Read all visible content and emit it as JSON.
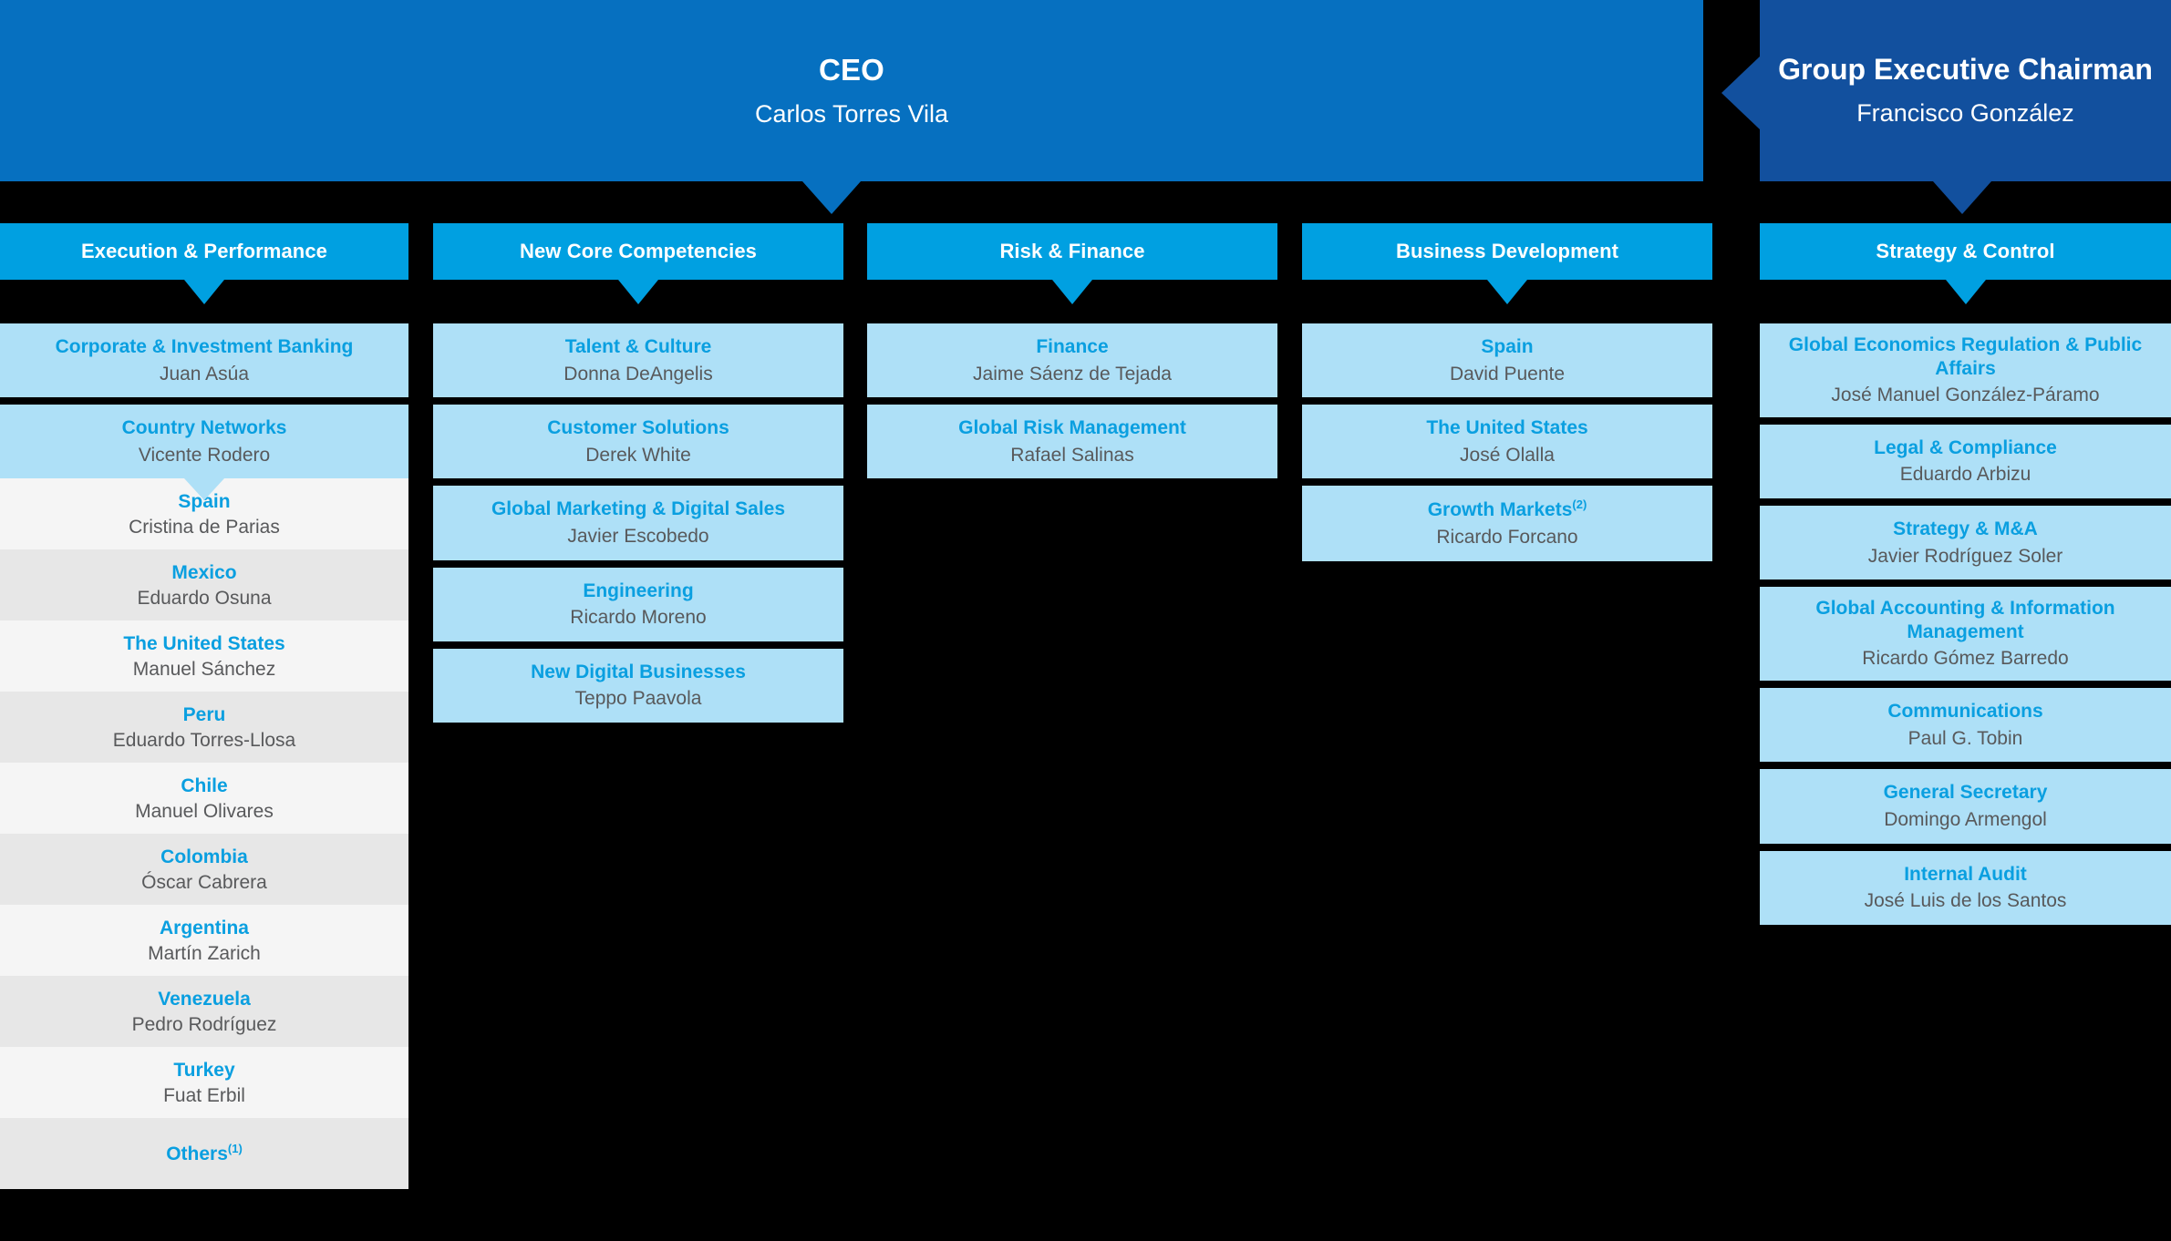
{
  "top": {
    "ceo": {
      "title": "CEO",
      "name": "Carlos Torres Vila"
    },
    "chairman": {
      "title": "Group Executive Chairman",
      "name": "Francisco González"
    }
  },
  "colors": {
    "ceo_blue": "#0670c0",
    "chairman_navy": "#12509e",
    "header_cyan": "#00a0e1",
    "card_light_blue": "#aee0f7",
    "title_blue": "#0a9fe0",
    "name_gray": "#58595b",
    "stripe_light": "#f5f5f5",
    "stripe_dark": "#e7e7e7",
    "background": "#000000"
  },
  "columns": [
    {
      "id": "execution-performance",
      "header": "Execution & Performance",
      "cards": [
        {
          "title": "Corporate & Investment Banking",
          "name": "Juan Asúa"
        },
        {
          "title": "Country Networks",
          "name": "Vicente Rodero",
          "has_down_arrow": true
        }
      ],
      "countries": [
        {
          "title": "Spain",
          "name": "Cristina de Parias"
        },
        {
          "title": "Mexico",
          "name": "Eduardo Osuna"
        },
        {
          "title": "The United States",
          "name": "Manuel Sánchez"
        },
        {
          "title": "Peru",
          "name": "Eduardo Torres-Llosa"
        },
        {
          "title": "Chile",
          "name": "Manuel Olivares"
        },
        {
          "title": "Colombia",
          "name": "Óscar Cabrera"
        },
        {
          "title": "Argentina",
          "name": "Martín Zarich"
        },
        {
          "title": "Venezuela",
          "name": "Pedro Rodríguez"
        },
        {
          "title": "Turkey",
          "name": "Fuat Erbil"
        },
        {
          "title": "Others",
          "name": "",
          "superscript": "(1)"
        }
      ]
    },
    {
      "id": "new-core-competencies",
      "header": "New Core Competencies",
      "cards": [
        {
          "title": "Talent & Culture",
          "name": "Donna DeAngelis"
        },
        {
          "title": "Customer Solutions",
          "name": "Derek White"
        },
        {
          "title": "Global Marketing & Digital Sales",
          "name": "Javier Escobedo"
        },
        {
          "title": "Engineering",
          "name": "Ricardo Moreno"
        },
        {
          "title": "New Digital Businesses",
          "name": "Teppo Paavola"
        }
      ],
      "countries": []
    },
    {
      "id": "risk-finance",
      "header": "Risk & Finance",
      "cards": [
        {
          "title": "Finance",
          "name": "Jaime Sáenz de Tejada"
        },
        {
          "title": "Global Risk Management",
          "name": "Rafael Salinas"
        }
      ],
      "countries": []
    },
    {
      "id": "business-development",
      "header": "Business Development",
      "cards": [
        {
          "title": "Spain",
          "name": "David Puente"
        },
        {
          "title": "The United States",
          "name": "José Olalla"
        },
        {
          "title": "Growth Markets",
          "name": "Ricardo Forcano",
          "superscript": "(2)"
        }
      ],
      "countries": []
    },
    {
      "id": "strategy-control",
      "header": "Strategy & Control",
      "cards": [
        {
          "title": "Global Economics Regulation & Public Affairs",
          "name": "José Manuel González-Páramo",
          "two_line": true
        },
        {
          "title": "Legal & Compliance",
          "name": "Eduardo Arbizu"
        },
        {
          "title": "Strategy & M&A",
          "name": "Javier Rodríguez Soler"
        },
        {
          "title": "Global Accounting & Information Management",
          "name": "Ricardo Gómez Barredo",
          "two_line": true
        },
        {
          "title": "Communications",
          "name": "Paul G. Tobin"
        },
        {
          "title": "General Secretary",
          "name": "Domingo Armengol"
        },
        {
          "title": "Internal Audit",
          "name": "José Luis de los Santos"
        }
      ],
      "countries": []
    }
  ]
}
